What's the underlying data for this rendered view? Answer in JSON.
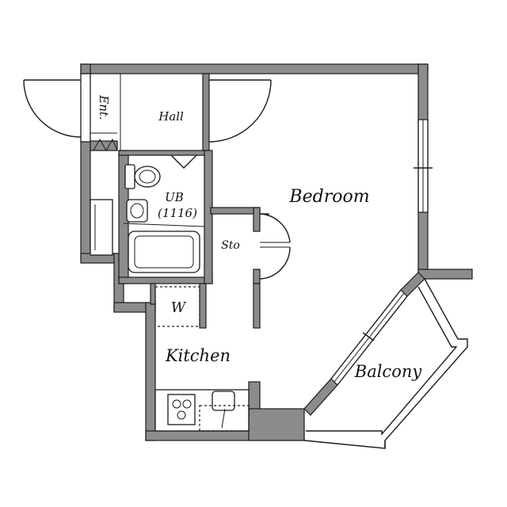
{
  "rooms": {
    "entrance": "Ent.",
    "hall": "Hall",
    "bath_name": "UB",
    "bath_size": "(1116)",
    "bedroom": "Bedroom",
    "storage": "Sto",
    "washer": "W",
    "kitchen": "Kitchen",
    "balcony": "Balcony"
  }
}
